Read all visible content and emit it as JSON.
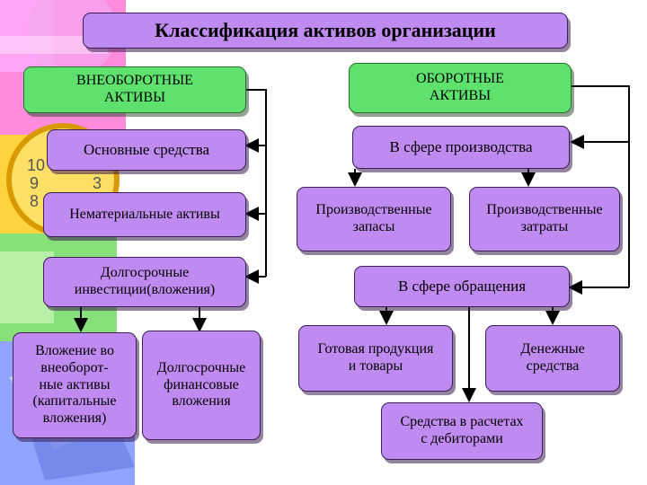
{
  "title": "Классификация активов организации",
  "colors": {
    "box_fill": "#c08bf0",
    "box_green": "#5ee26d",
    "connector": "#000000"
  },
  "left": {
    "header": "ВНЕОБОРОТНЫЕ\nАКТИВЫ",
    "fixed_assets": "Основные средства",
    "intangible_assets": "Нематериальные активы",
    "long_term_investments": "Долгосрочные\nинвестиции(вложения)",
    "capital_investments": "Вложение во\nвнеоборот-\nные активы\n(капитальные\nвложения)",
    "long_term_financial": "Долгосрочные\nфинансовые\nвложения"
  },
  "right": {
    "header": "ОБОРОТНЫЕ\nАКТИВЫ",
    "production_sphere": "В сфере производства",
    "production_stocks": "Производственные\nзапасы",
    "production_costs": "Производственные\nзатраты",
    "circulation_sphere": "В сфере обращения",
    "finished_goods": "Готовая продукция\nи товары",
    "cash": "Денежные\nсредства",
    "receivables": "Средства в расчетах\nс дебиторами"
  }
}
